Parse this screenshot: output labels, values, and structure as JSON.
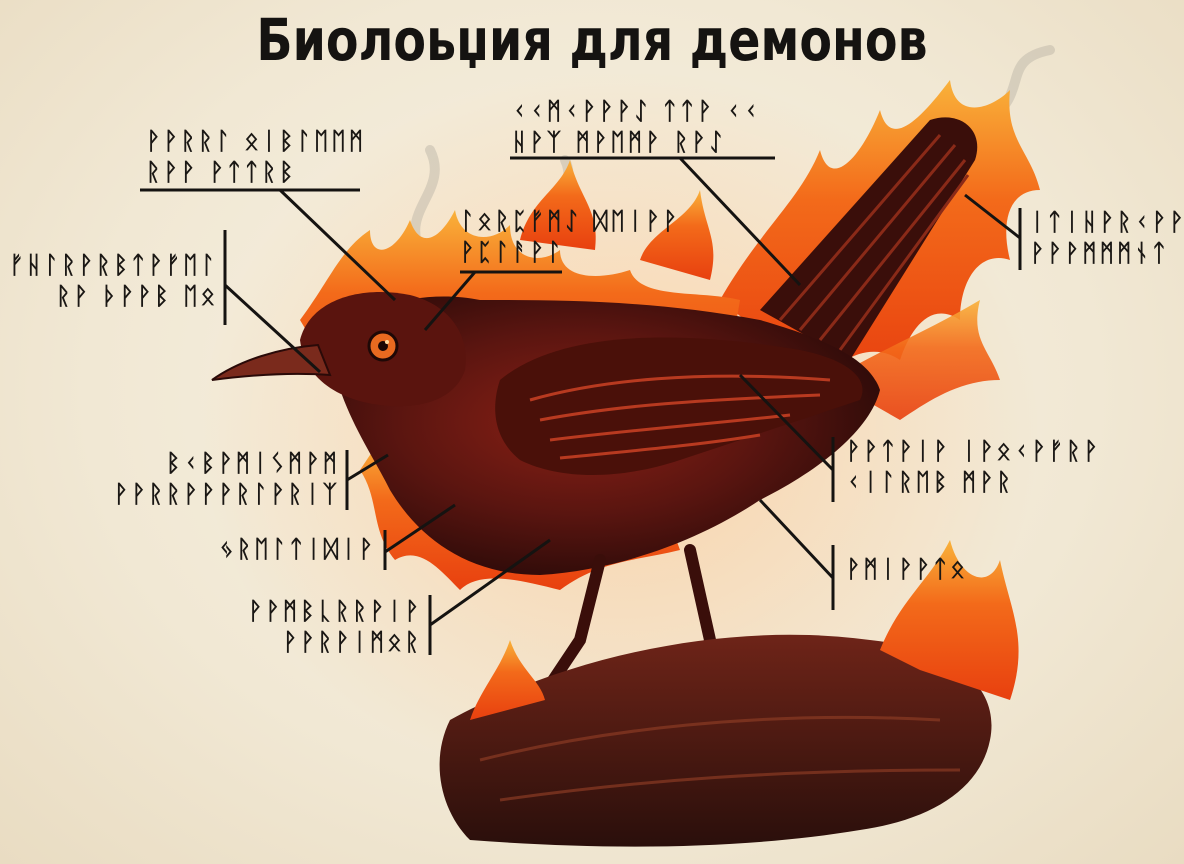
{
  "title": "Биолоьџия для демонов",
  "labels": {
    "head": {
      "line1": "ᚹᚹᚱᚱᛚ ᛟᛁᛒᛚᛖᛖᛗ",
      "line2": "ᚱᚹᚹ ᚹᛏᛏᚱᛒ"
    },
    "crest": {
      "line1": "ᛚᛟᚱᛈᚠᛗᛇ ᛞᛖᛁᚹᚹ",
      "line2": "ᚹᛈᛚᚨᚹᛚ"
    },
    "tail": {
      "line1": "ᚲᚲᛗᚲᚹᚹᚹᛇ ᛏᛏᚹ ᚲᚲ",
      "line2": "ᚺᚹᛉ ᛗᚹᛖᛗᚹ ᚱᚹᛇ"
    },
    "tail_tip": {
      "line1": "ᛁᛏᛁᚺᚹᚱᚲᚹᚹ",
      "line2": "ᚹᚹᚹᛗᛗᛗᚾᛏ"
    },
    "beak": {
      "line1": "ᚠᚺᛚᚱᚹᚱᛒᛏᚹᚠᛖᛚ",
      "line2": "ᚱᚹ ᚦᚹᚹᛒ ᛖᛟ"
    },
    "throat": {
      "line1": "ᛒᚲᛒᚹᛗᛁᛊᛗᚹᛗ",
      "line2": "ᚹᚹᚱᚱᚹᚹᚹᚱᛚᚹᚱᛁᛉ"
    },
    "breast": {
      "line1": "ᛃᚱᛖᛚᛏᛁᛞᛁᚹ"
    },
    "belly": {
      "line1": "ᚹᚹᛗᛒᚳᚱᚱᚹᛁᚹ",
      "line2": "ᚹᚹᚱᚹᛁᛗᛟᚱ"
    },
    "wing": {
      "line1": "ᚹᚹᛏᚹᛁᚹ ᛁᚹᛟᚲᚹᚠᚱᚹ",
      "line2": "ᚲᛁᛚᚱᛖᛒ ᛗᚹᚱ"
    },
    "leg": {
      "line1": "ᚹᛗᛁᚹᚹᛏᛟ"
    }
  }
}
